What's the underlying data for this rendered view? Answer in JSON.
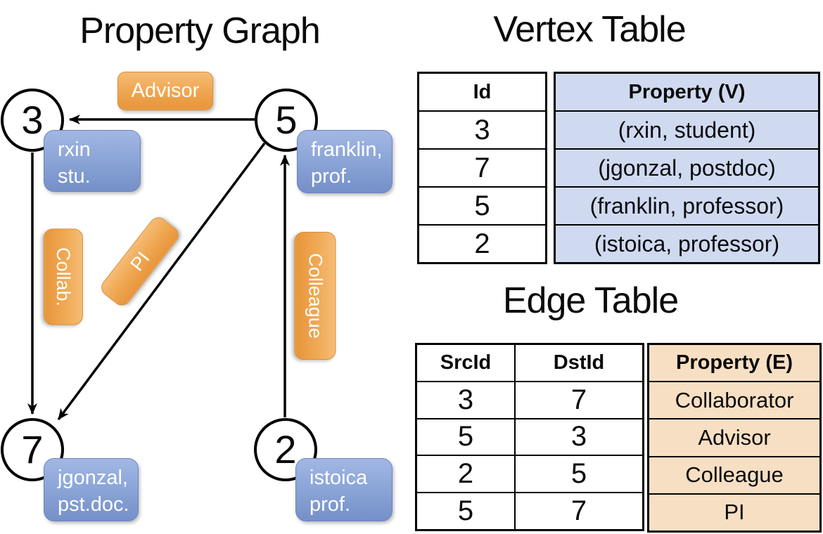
{
  "graph": {
    "title": "Property Graph",
    "nodes": [
      {
        "id": "3",
        "line1": "rxin",
        "line2": "stu."
      },
      {
        "id": "5",
        "line1": "franklin,",
        "line2": "prof."
      },
      {
        "id": "7",
        "line1": "jgonzal,",
        "line2": "pst.doc."
      },
      {
        "id": "2",
        "line1": "istoica",
        "line2": "prof."
      }
    ],
    "edge_labels": {
      "advisor": "Advisor",
      "collab": "Collab.",
      "pi": "PI",
      "colleague": "Colleague"
    }
  },
  "vertex_table": {
    "title": "Vertex Table",
    "headers": {
      "id": "Id",
      "property": "Property (V)"
    },
    "rows": [
      {
        "id": "3",
        "property": "(rxin, student)"
      },
      {
        "id": "7",
        "property": "(jgonzal, postdoc)"
      },
      {
        "id": "5",
        "property": "(franklin, professor)"
      },
      {
        "id": "2",
        "property": "(istoica, professor)"
      }
    ]
  },
  "edge_table": {
    "title": "Edge Table",
    "headers": {
      "src": "SrcId",
      "dst": "DstId",
      "property": "Property (E)"
    },
    "rows": [
      {
        "src": "3",
        "dst": "7",
        "property": "Collaborator"
      },
      {
        "src": "5",
        "dst": "3",
        "property": "Advisor"
      },
      {
        "src": "2",
        "dst": "5",
        "property": "Colleague"
      },
      {
        "src": "5",
        "dst": "7",
        "property": "PI"
      }
    ]
  },
  "colors": {
    "edge_label_orange": "#EFA853",
    "node_card_blue": "#8CA6D8",
    "vertex_property_cell": "#CFDAF1",
    "edge_property_cell": "#F7DFC3",
    "line_black": "#000000"
  }
}
